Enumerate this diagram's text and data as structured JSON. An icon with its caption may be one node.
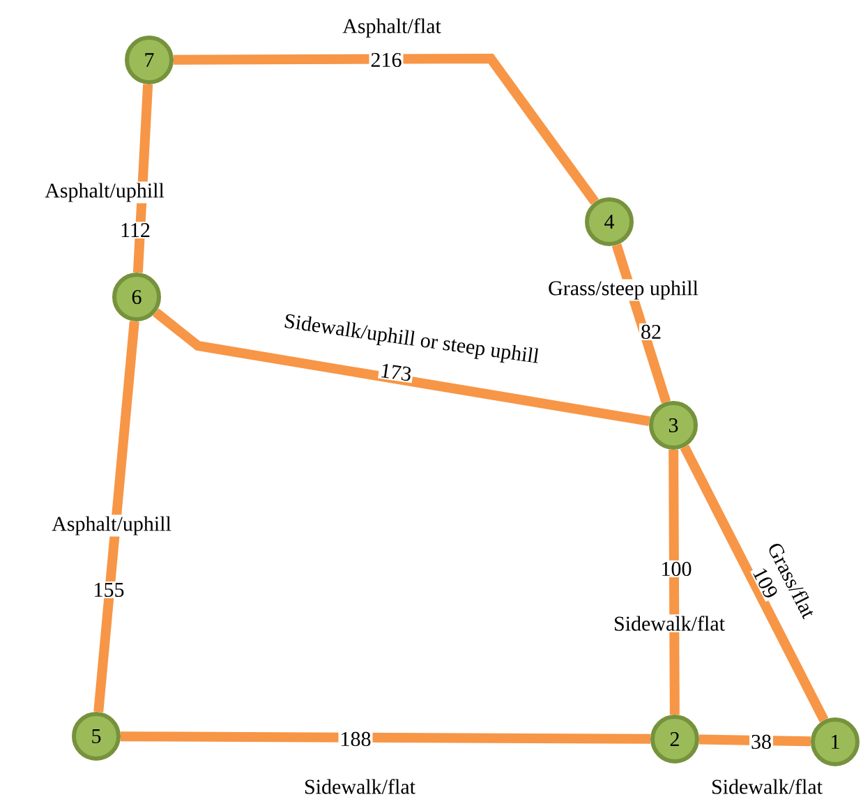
{
  "diagram": {
    "nodes": [
      {
        "text": [
          "7"
        ]
      },
      {
        "text": [
          "4"
        ]
      },
      {
        "text": [
          "6"
        ]
      },
      {
        "text": [
          "3"
        ]
      },
      {
        "text": [
          "5"
        ]
      },
      {
        "text": [
          "2"
        ]
      },
      {
        "text": [
          "1"
        ]
      }
    ],
    "edges": [
      {
        "from": 0,
        "to": 1,
        "arrow": "none",
        "label": "216"
      },
      {
        "from": 0,
        "to": 2,
        "arrow": "none",
        "label": "112"
      },
      {
        "from": 2,
        "to": 3,
        "arrow": "none",
        "label": "173"
      },
      {
        "from": 1,
        "to": 3,
        "arrow": "none",
        "label": "82"
      },
      {
        "from": 2,
        "to": 4,
        "arrow": "none",
        "label": "155"
      },
      {
        "from": 3,
        "to": 5,
        "arrow": "none",
        "label": "100"
      },
      {
        "from": 3,
        "to": 6,
        "arrow": "none",
        "label": "109"
      },
      {
        "from": 4,
        "to": 5,
        "arrow": "none",
        "label": "188"
      },
      {
        "from": 5,
        "to": 6,
        "arrow": "none",
        "label": "38"
      }
    ],
    "labels": [
      "Asphalt/flat",
      "Asphalt/uphill",
      "Grass/steep uphill",
      "Sidewalk/uphill or steep uphill",
      "Asphalt/uphill",
      "Grass/flat",
      "Sidewalk/flat",
      "Sidewalk/flat",
      "Sidewalk/flat"
    ]
  }
}
